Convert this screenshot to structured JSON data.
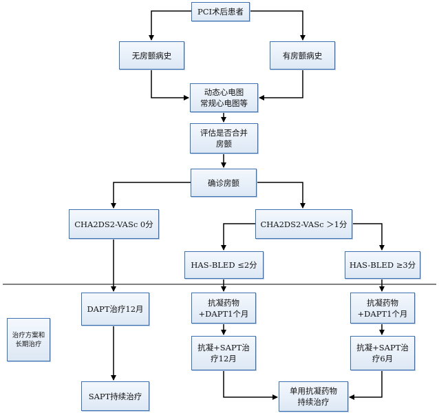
{
  "nodes": {
    "pci_patient": "PCI术后患者",
    "no_af_history": "无房颤病史",
    "has_af_history": "有房颤病史",
    "ecg": "动态心电图\n常规心电图等",
    "evaluate_af": "评估是否合并\n房颤",
    "confirm_af": "确诊房颤",
    "vasc_zero": "CHA2DS2-VASc 0分",
    "vasc_gt1": "CHA2DS2-VASc ＞1分",
    "hasbled_le2": "HAS-BLED ≤2分",
    "hasbled_ge3": "HAS-BLED ≥3分",
    "dapt_12m": "DAPT治疗12月",
    "anticoag_dapt1_left": "抗凝药物\n+DAPT1个月",
    "anticoag_dapt1_right": "抗凝药物\n+DAPT1个月",
    "anticoag_sapt_12m": "抗凝+SAPT治\n疗12月",
    "anticoag_sapt_6m": "抗凝+SAPT治\n疗6月",
    "sapt_continue": "SAPT持续治疗",
    "single_anticoag": "单用抗凝药物\n持续治疗",
    "side_label": "治疗方案和\n长期治疗"
  },
  "colors": {
    "box_border": "#3a6fb0",
    "box_fill_top": "#f4f8fd",
    "box_fill_bottom": "#dde8f5",
    "arrow": "#000000"
  }
}
